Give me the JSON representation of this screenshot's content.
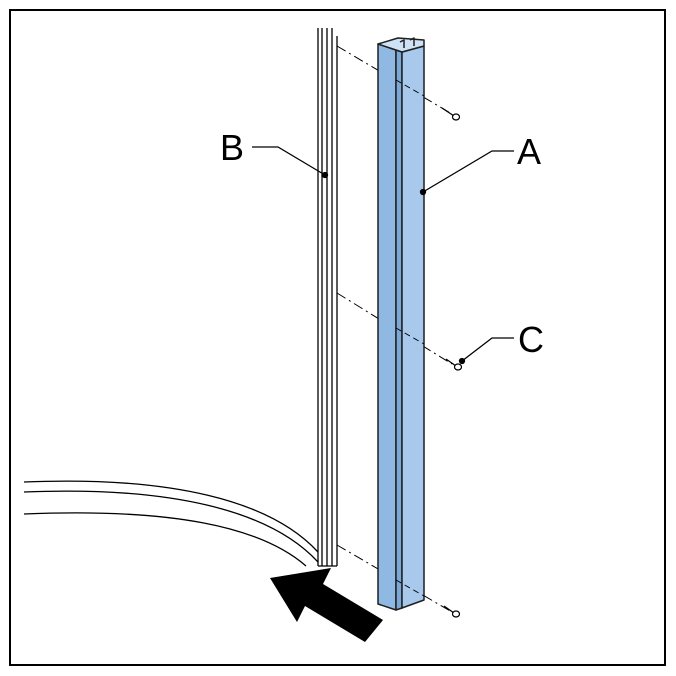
{
  "labels": {
    "a": "A",
    "b": "B",
    "c": "C"
  },
  "colors": {
    "frame": "#000000",
    "part_fill": "#a8c8ec",
    "part_stroke": "#1f1f1f",
    "arrow_fill": "#000000"
  },
  "icons": {
    "direction": "arrow-icon"
  }
}
